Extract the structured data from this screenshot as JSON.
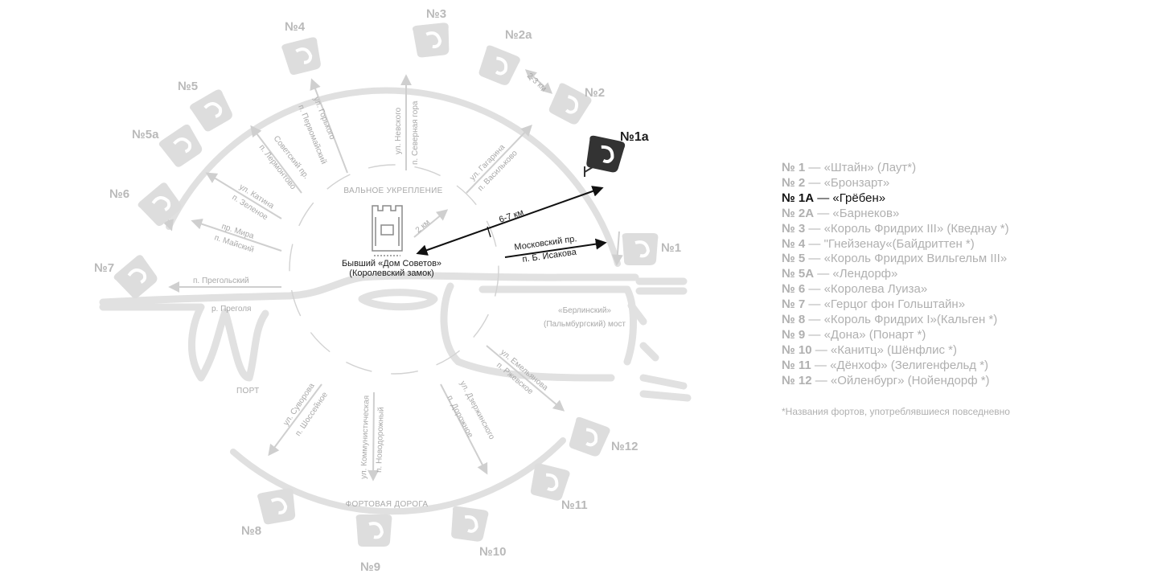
{
  "colors": {
    "gray": "#dcdcdc",
    "label": "#b9b9b9",
    "dark": "#333333",
    "active": "#111111"
  },
  "icons": {
    "fort": "fort-icon",
    "building": "castle-icon"
  },
  "forts": [
    {
      "id": "n1",
      "label": "№1",
      "active": false
    },
    {
      "id": "n1a",
      "label": "№1a",
      "active": true
    },
    {
      "id": "n2",
      "label": "№2",
      "active": false
    },
    {
      "id": "n2a",
      "label": "№2a",
      "active": false
    },
    {
      "id": "n3",
      "label": "№3",
      "active": false
    },
    {
      "id": "n4",
      "label": "№4",
      "active": false
    },
    {
      "id": "n5",
      "label": "№5",
      "active": false
    },
    {
      "id": "n5a",
      "label": "№5a",
      "active": false
    },
    {
      "id": "n6",
      "label": "№6",
      "active": false
    },
    {
      "id": "n7",
      "label": "№7",
      "active": false
    },
    {
      "id": "n8",
      "label": "№8",
      "active": false
    },
    {
      "id": "n9",
      "label": "№9",
      "active": false
    },
    {
      "id": "n10",
      "label": "№10",
      "active": false
    },
    {
      "id": "n11",
      "label": "№11",
      "active": false
    },
    {
      "id": "n12",
      "label": "№12",
      "active": false
    }
  ],
  "center": {
    "line1": "Бывший «Дом Советов»",
    "line2": "(Королевский замок)"
  },
  "areas": {
    "inner_ring": "ВАЛЬНОЕ УКРЕПЛЕНИЕ",
    "outer_ring": "ФОРТОВАЯ ДОРОГА",
    "port": "ПОРТ",
    "river": "р. Преголя",
    "bridge_1": "«Берлинский»",
    "bridge_2": "(Пальмбургский) мост"
  },
  "distances": {
    "main": "6-7 км",
    "inner": "2 км",
    "between": "2-3 км"
  },
  "moscow_road": {
    "line1": "Московский пр.",
    "line2": "п. Б. Исакова"
  },
  "streets": {
    "s1": "ул. Невского",
    "s2": "п. Северная гора",
    "s3": "ул. Горького",
    "s4": "п. Первомайский",
    "s5": "Советский пр.",
    "s6": "п. Лермонтово",
    "s7": "ул. Катина",
    "s8": "п. Зеленое",
    "s9": "пр. Мира",
    "s10": "п. Майский",
    "s11": "п. Прегольский",
    "s12": "ул. Гагарина",
    "s13": "п. Васильково",
    "s14": "ул. Емельянова",
    "s15": "п. Ржевское",
    "s16": "ул. Дзержинского",
    "s17": "п. Дорожное",
    "s18": "ул. Коммунистическая",
    "s19": "п. Новодорожный",
    "s20": "ул. Суворова",
    "s21": "п. Шоссейное"
  },
  "legend": [
    {
      "no": "№ 1",
      "text": " — «Штайн» (Лаут*)",
      "active": false
    },
    {
      "no": "№ 2",
      "text": " — «Бронзарт»",
      "active": false
    },
    {
      "no": "№ 1А",
      "text": " — «Грёбен»",
      "active": true
    },
    {
      "no": "№ 2А",
      "text": " — «Барнеков»",
      "active": false
    },
    {
      "no": "№ 3",
      "text": " — «Король Фридрих III» (Кведнау *)",
      "active": false
    },
    {
      "no": "№ 4",
      "text": " — \"Гнейзенау«(Байдриттен *)",
      "active": false
    },
    {
      "no": "№ 5",
      "text": " — «Король Фридрих Вильгельм III»",
      "active": false
    },
    {
      "no": "№ 5А",
      "text": " — «Лендорф»",
      "active": false
    },
    {
      "no": "№ 6",
      "text": " — «Королева Луиза»",
      "active": false
    },
    {
      "no": "№ 7",
      "text": " — «Герцог фон Гольштайн»",
      "active": false
    },
    {
      "no": "№ 8",
      "text": " — «Король Фридрих I»(Кальген *)",
      "active": false
    },
    {
      "no": "№ 9",
      "text": " — «Дона» (Понарт *)",
      "active": false
    },
    {
      "no": "№ 10",
      "text": " — «Канитц» (Шёнфлис *)",
      "active": false
    },
    {
      "no": "№ 11",
      "text": " — «Дёнхоф» (Зелигенфельд *)",
      "active": false
    },
    {
      "no": "№ 12",
      "text": " — «Ойленбург» (Нойендорф *)",
      "active": false
    }
  ],
  "footnote": "*Названия фортов, употреблявшиеся повседневно"
}
